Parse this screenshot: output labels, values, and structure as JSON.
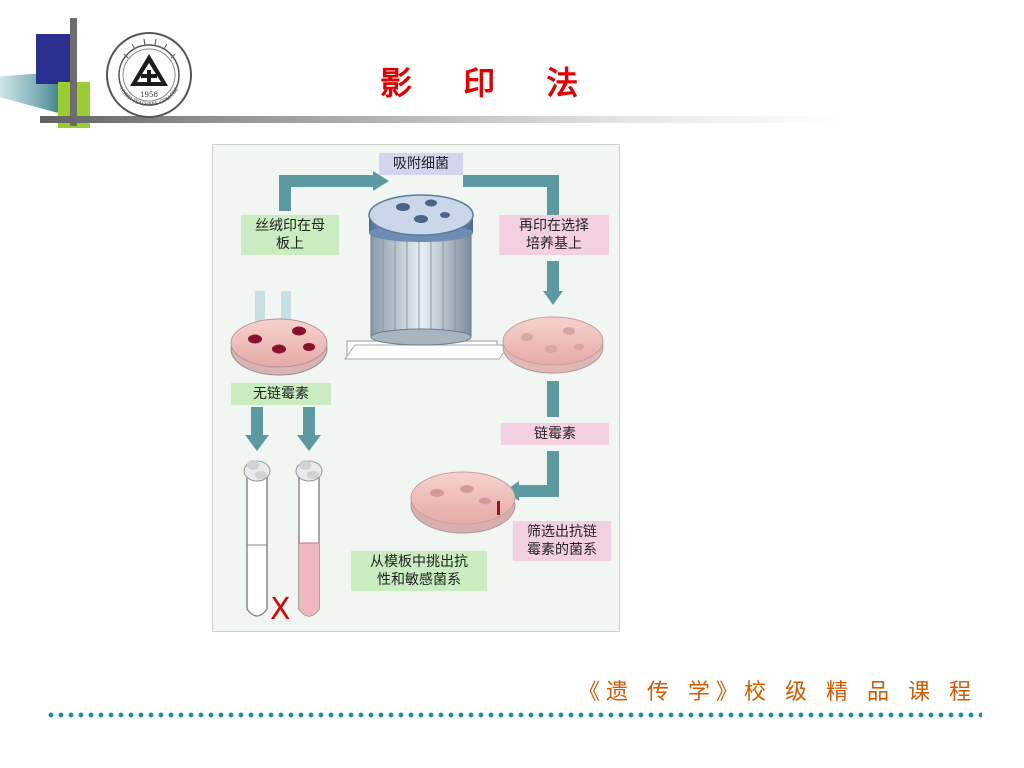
{
  "title": "影 印 法",
  "logo": {
    "year": "1958",
    "ring_text": "HUBEI TEACHERS COLLEGE"
  },
  "diagram": {
    "labels": {
      "adsorb": "吸附细菌",
      "velvet_print": "丝绒印在母\n板上",
      "reprint": "再印在选择\n培养基上",
      "no_streptomycin": "无链霉素",
      "streptomycin": "链霉素",
      "screen": "筛选出抗链\n霉素的菌系",
      "pick_out": "从模板中挑出抗\n性和敏感菌系"
    },
    "mark": "X"
  },
  "footer": {
    "course": "《遗 传 学》校 级 精 品 课 程"
  }
}
